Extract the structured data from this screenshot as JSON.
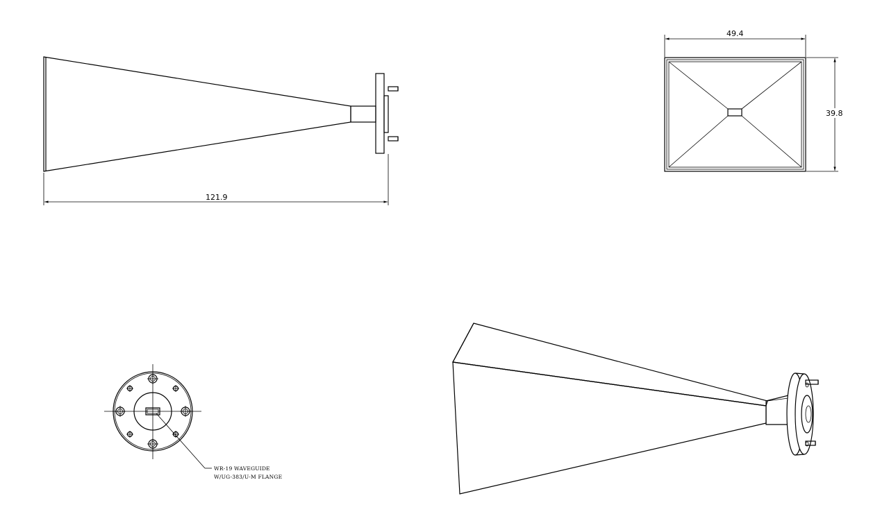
{
  "dimensions": {
    "overall_length": "121.9",
    "aperture_width": "49.4",
    "aperture_height": "39.8"
  },
  "callout": {
    "line1": "WR-19 WAVEGUIDE",
    "line2": "W/UG-383/U-M FLANGE"
  }
}
